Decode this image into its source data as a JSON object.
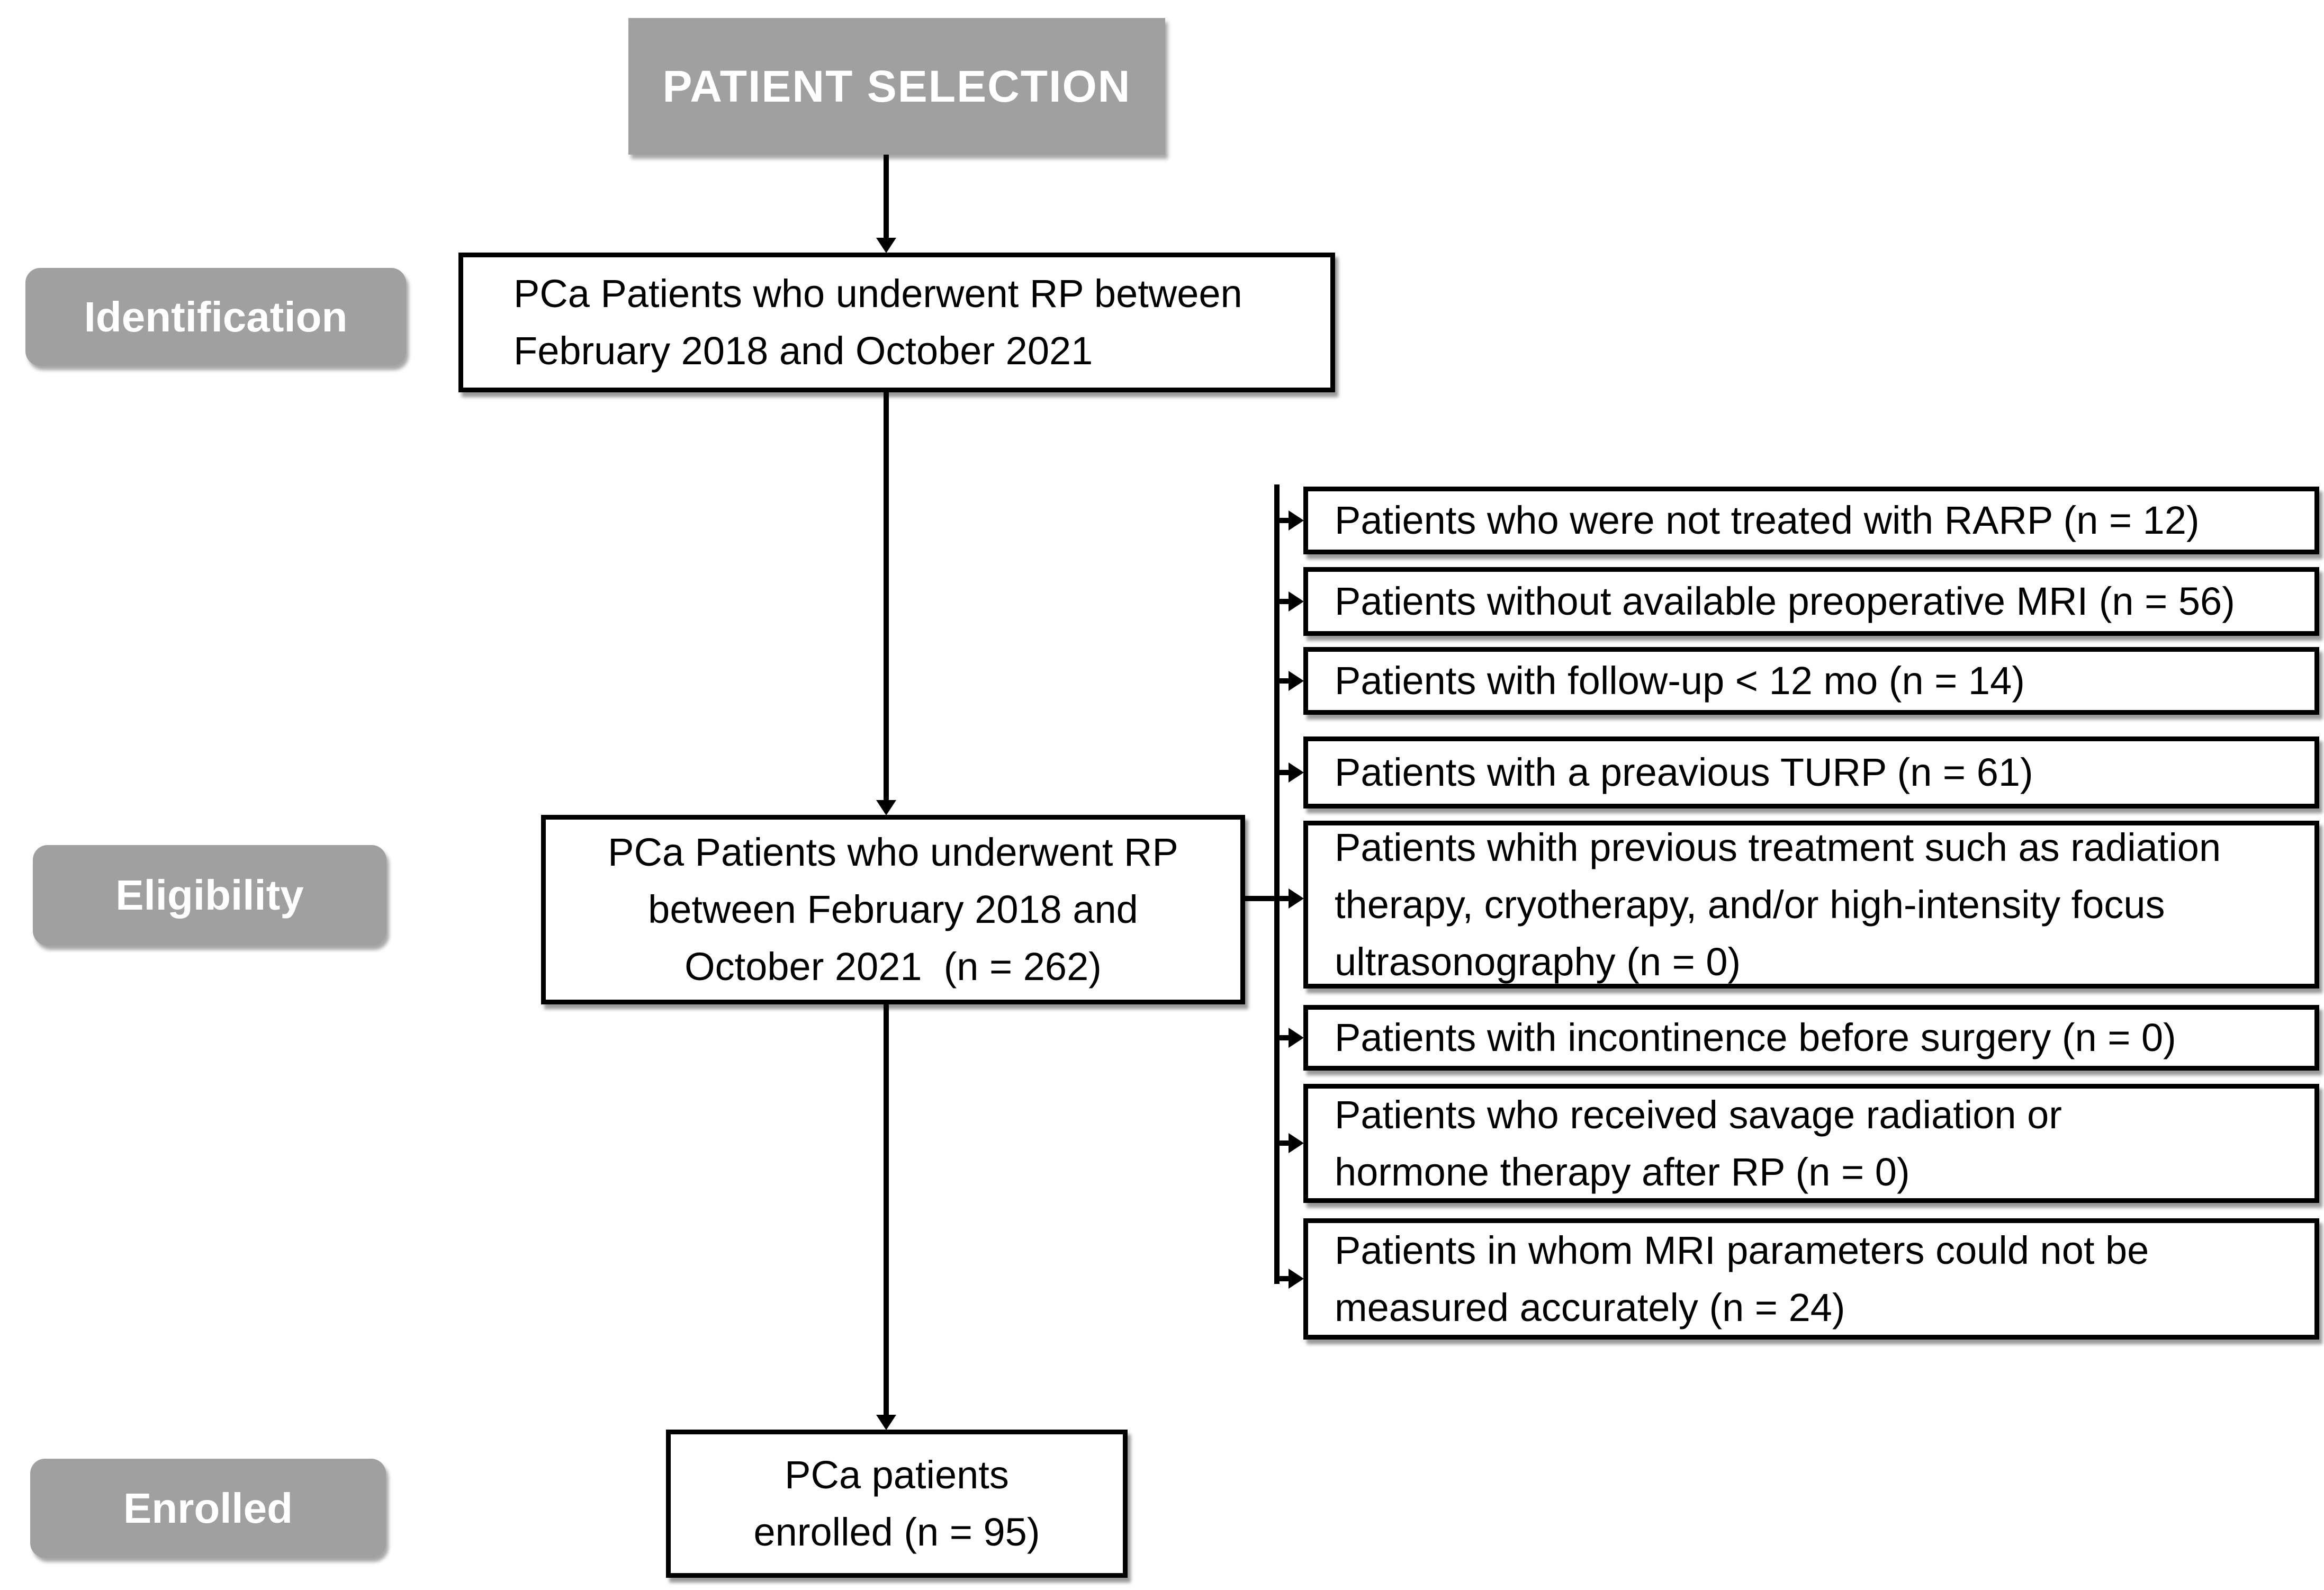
{
  "banner": {
    "label": "PATIENT SELECTION"
  },
  "stage_labels": {
    "identification": "Identification",
    "eligibility": "Eligibility",
    "enrolled": "Enrolled"
  },
  "flow_boxes": {
    "identification": {
      "lines": [
        "PCa Patients who underwent RP between",
        "February 2018 and October 2021"
      ]
    },
    "eligibility": {
      "lines": [
        "PCa Patients who underwent RP",
        "between February 2018 and",
        "October 2021  (n = 262)"
      ]
    },
    "enrolled": {
      "lines": [
        "PCa patients",
        "enrolled (n = 95)"
      ]
    }
  },
  "exclusions": [
    {
      "lines": [
        "Patients who were not treated with RARP (n = 12)"
      ]
    },
    {
      "lines": [
        "Patients without available preoperative MRI (n = 56)"
      ]
    },
    {
      "lines": [
        "Patients with follow-up < 12 mo (n = 14)"
      ]
    },
    {
      "lines": [
        "Patients with a preavious TURP (n = 61)"
      ]
    },
    {
      "lines": [
        "Patients whith previous treatment such as radiation",
        "therapy, cryotherapy, and/or high-intensity focus",
        "ultrasonography (n = 0)"
      ]
    },
    {
      "lines": [
        "Patients with incontinence before surgery (n = 0)"
      ]
    },
    {
      "lines": [
        "Patients who received savage radiation or",
        "hormone therapy after RP (n = 0)"
      ]
    },
    {
      "lines": [
        "Patients in whom MRI parameters could not be",
        "measured accurately (n = 24)"
      ]
    }
  ],
  "colors": {
    "stage_fill": "#a0a0a0",
    "line": "#000000",
    "box_background": "#ffffff",
    "label_text": "#ffffff",
    "body_text": "#000000"
  }
}
